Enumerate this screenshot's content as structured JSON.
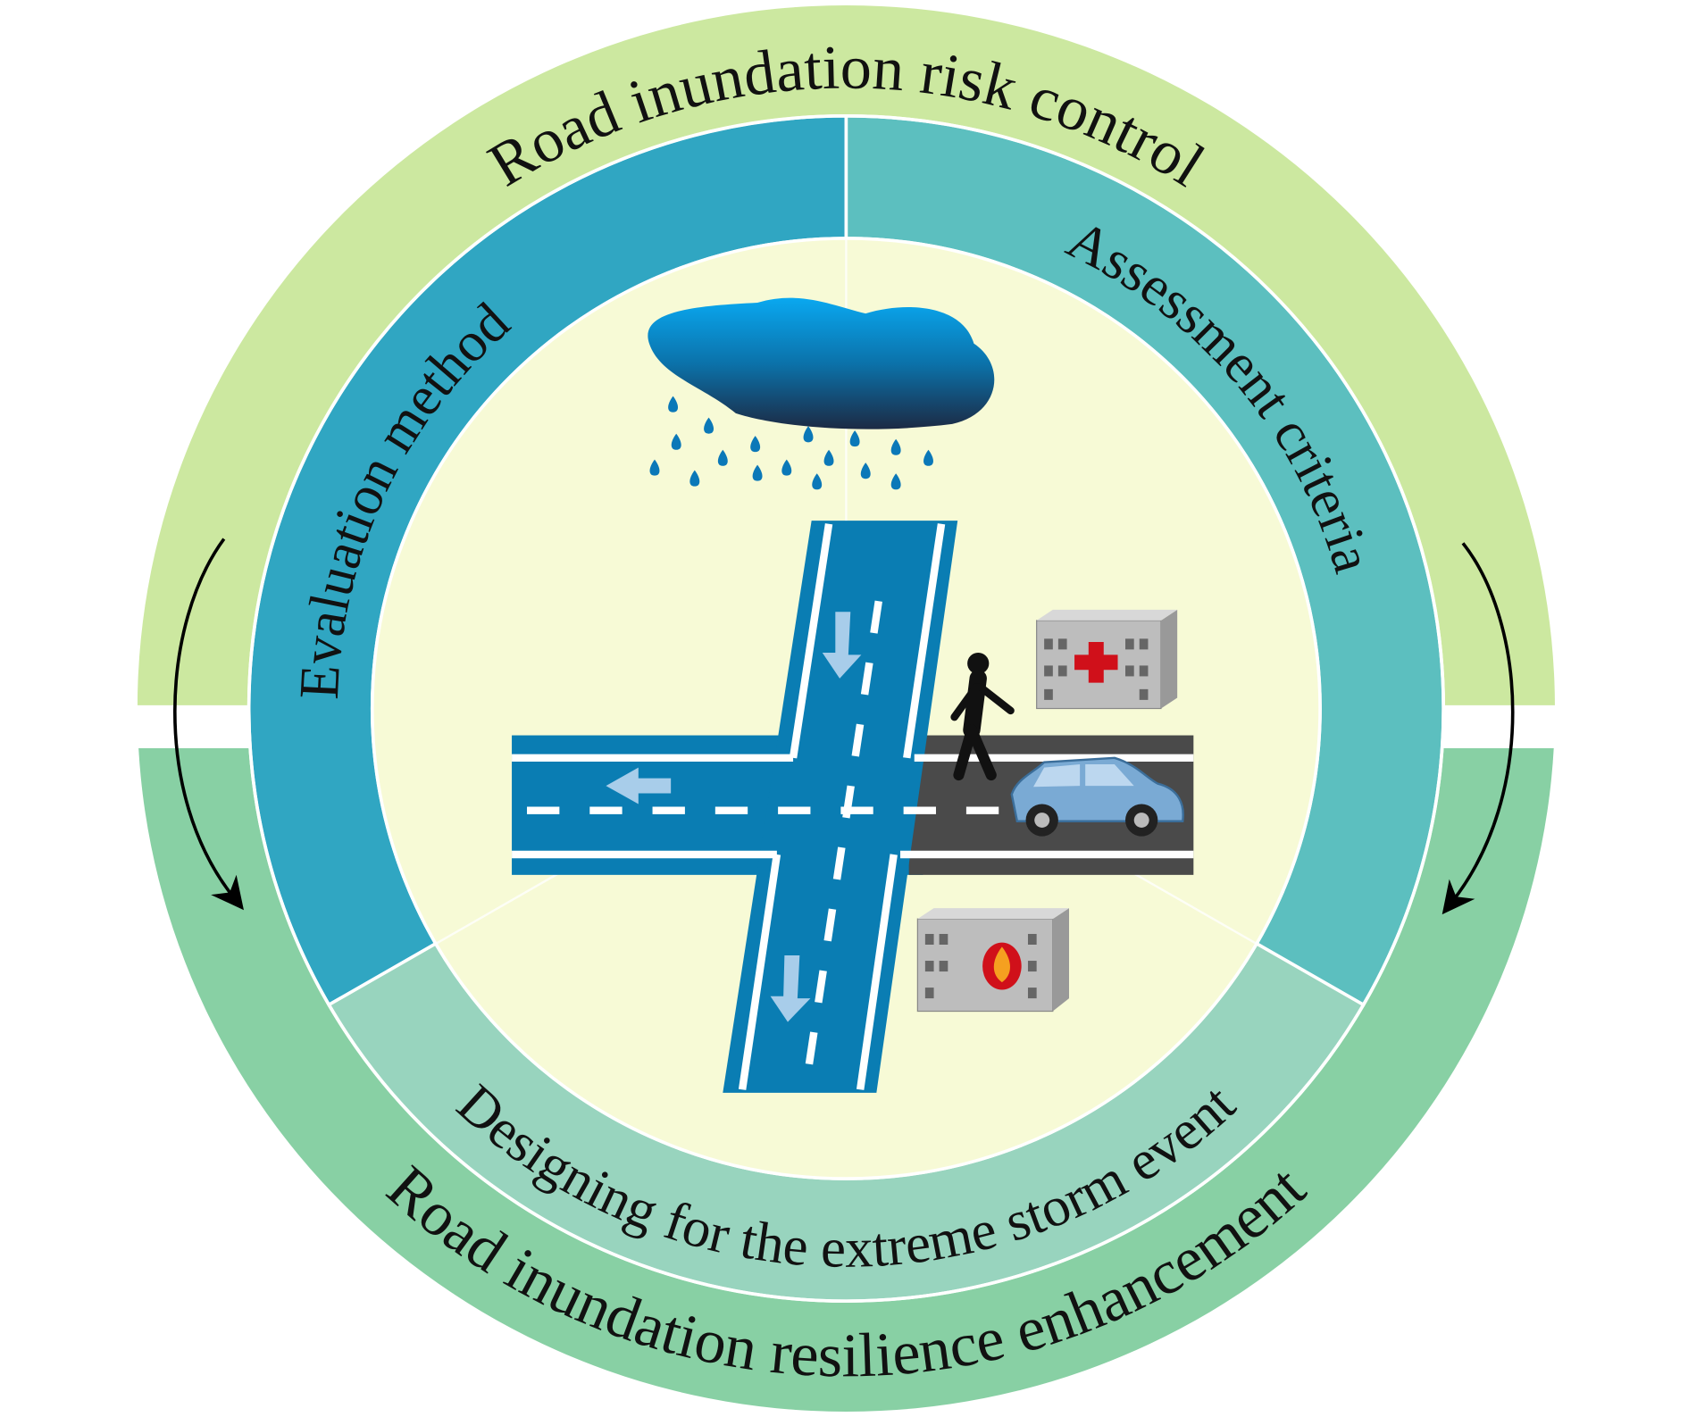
{
  "outer_ring": {
    "top_label": "Road inundation risk control",
    "bottom_label": "Road inundation resilience enhancement"
  },
  "middle_ring": {
    "left_label": "Evaluation method",
    "right_label": "Assessment criteria",
    "bottom_label": "Designing for the extreme storm event"
  },
  "colors": {
    "outer_top": "#cce8a0",
    "outer_bottom": "#88d0a4",
    "middle_left": "#30a6c2",
    "middle_right": "#5cbfbf",
    "middle_bottom": "#98d4be",
    "inner": "#f7fad6",
    "road_blue": "#0a7db3",
    "road_gray": "#4a4a4a"
  },
  "illustration": {
    "icons": [
      "rain-cloud-icon",
      "raindrops-icon",
      "crossroad-icon",
      "pedestrian-icon",
      "car-icon",
      "hospital-icon",
      "fire-station-icon",
      "flow-arrow-icon"
    ]
  }
}
